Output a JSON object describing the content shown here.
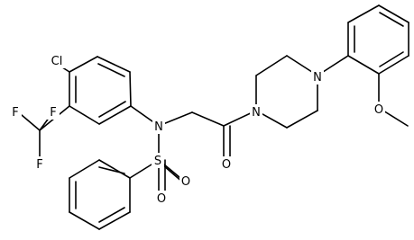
{
  "structure": {
    "atoms": {
      "cl": "Cl",
      "f1": "F",
      "f2": "F",
      "f3": "F",
      "n_amine": "N",
      "s": "S",
      "o_s1": "O",
      "o_s2": "O",
      "o_carbonyl": "O",
      "n_pip1": "N",
      "n_pip2": "N",
      "o_methoxy": "O"
    }
  },
  "colors": {
    "bond": "#000000",
    "label": "#000000",
    "background": "#ffffff"
  }
}
